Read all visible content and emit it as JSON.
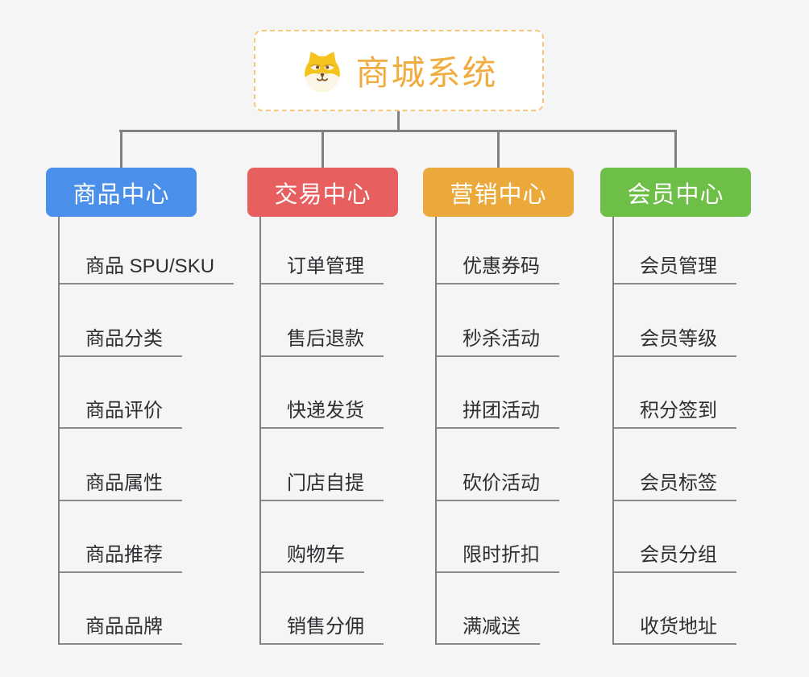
{
  "root": {
    "title": "商城系统",
    "icon": "shiba-dog-icon"
  },
  "branches": [
    {
      "label": "商品中心",
      "color": "#4A8FE9",
      "items": [
        "商品 SPU/SKU",
        "商品分类",
        "商品评价",
        "商品属性",
        "商品推荐",
        "商品品牌"
      ]
    },
    {
      "label": "交易中心",
      "color": "#E85F5F",
      "items": [
        "订单管理",
        "售后退款",
        "快递发货",
        "门店自提",
        "购物车",
        "销售分佣"
      ]
    },
    {
      "label": "营销中心",
      "color": "#EBA93B",
      "items": [
        "优惠券码",
        "秒杀活动",
        "拼团活动",
        "砍价活动",
        "限时折扣",
        "满减送"
      ]
    },
    {
      "label": "会员中心",
      "color": "#6DBF47",
      "items": [
        "会员管理",
        "会员等级",
        "积分签到",
        "会员标签",
        "会员分组",
        "收货地址"
      ]
    }
  ],
  "theme": {
    "background": "#F5F5F5",
    "root_title_color": "#F1AC3F",
    "root_border_color": "#F5C77D",
    "connector_color": "#808080",
    "item_text_color": "#2E2E33",
    "item_underline_color": "#8A8A8A"
  }
}
